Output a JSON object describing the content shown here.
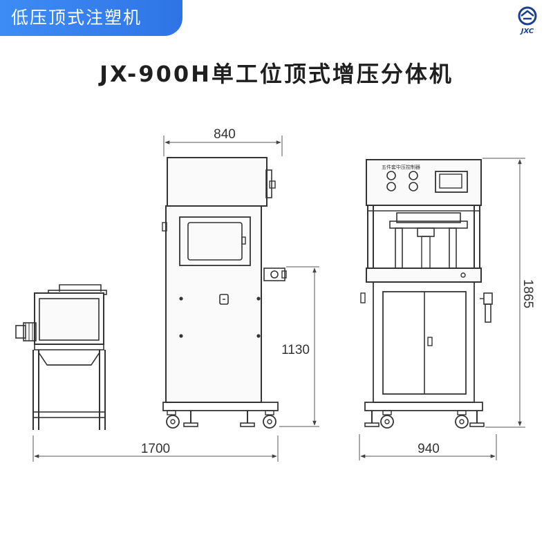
{
  "header": {
    "category": "低压顶式注塑机",
    "brand_text": "JXC",
    "brand_icon": "jxc-logo-icon",
    "accent_color": "#2f74e6"
  },
  "title": "JX-900H单工位顶式增压分体机",
  "panel_label": "五件套中压控制器",
  "dimensions": {
    "front_width": "840",
    "total_length": "1700",
    "table_height": "1130",
    "side_width": "940",
    "total_height": "1865"
  }
}
